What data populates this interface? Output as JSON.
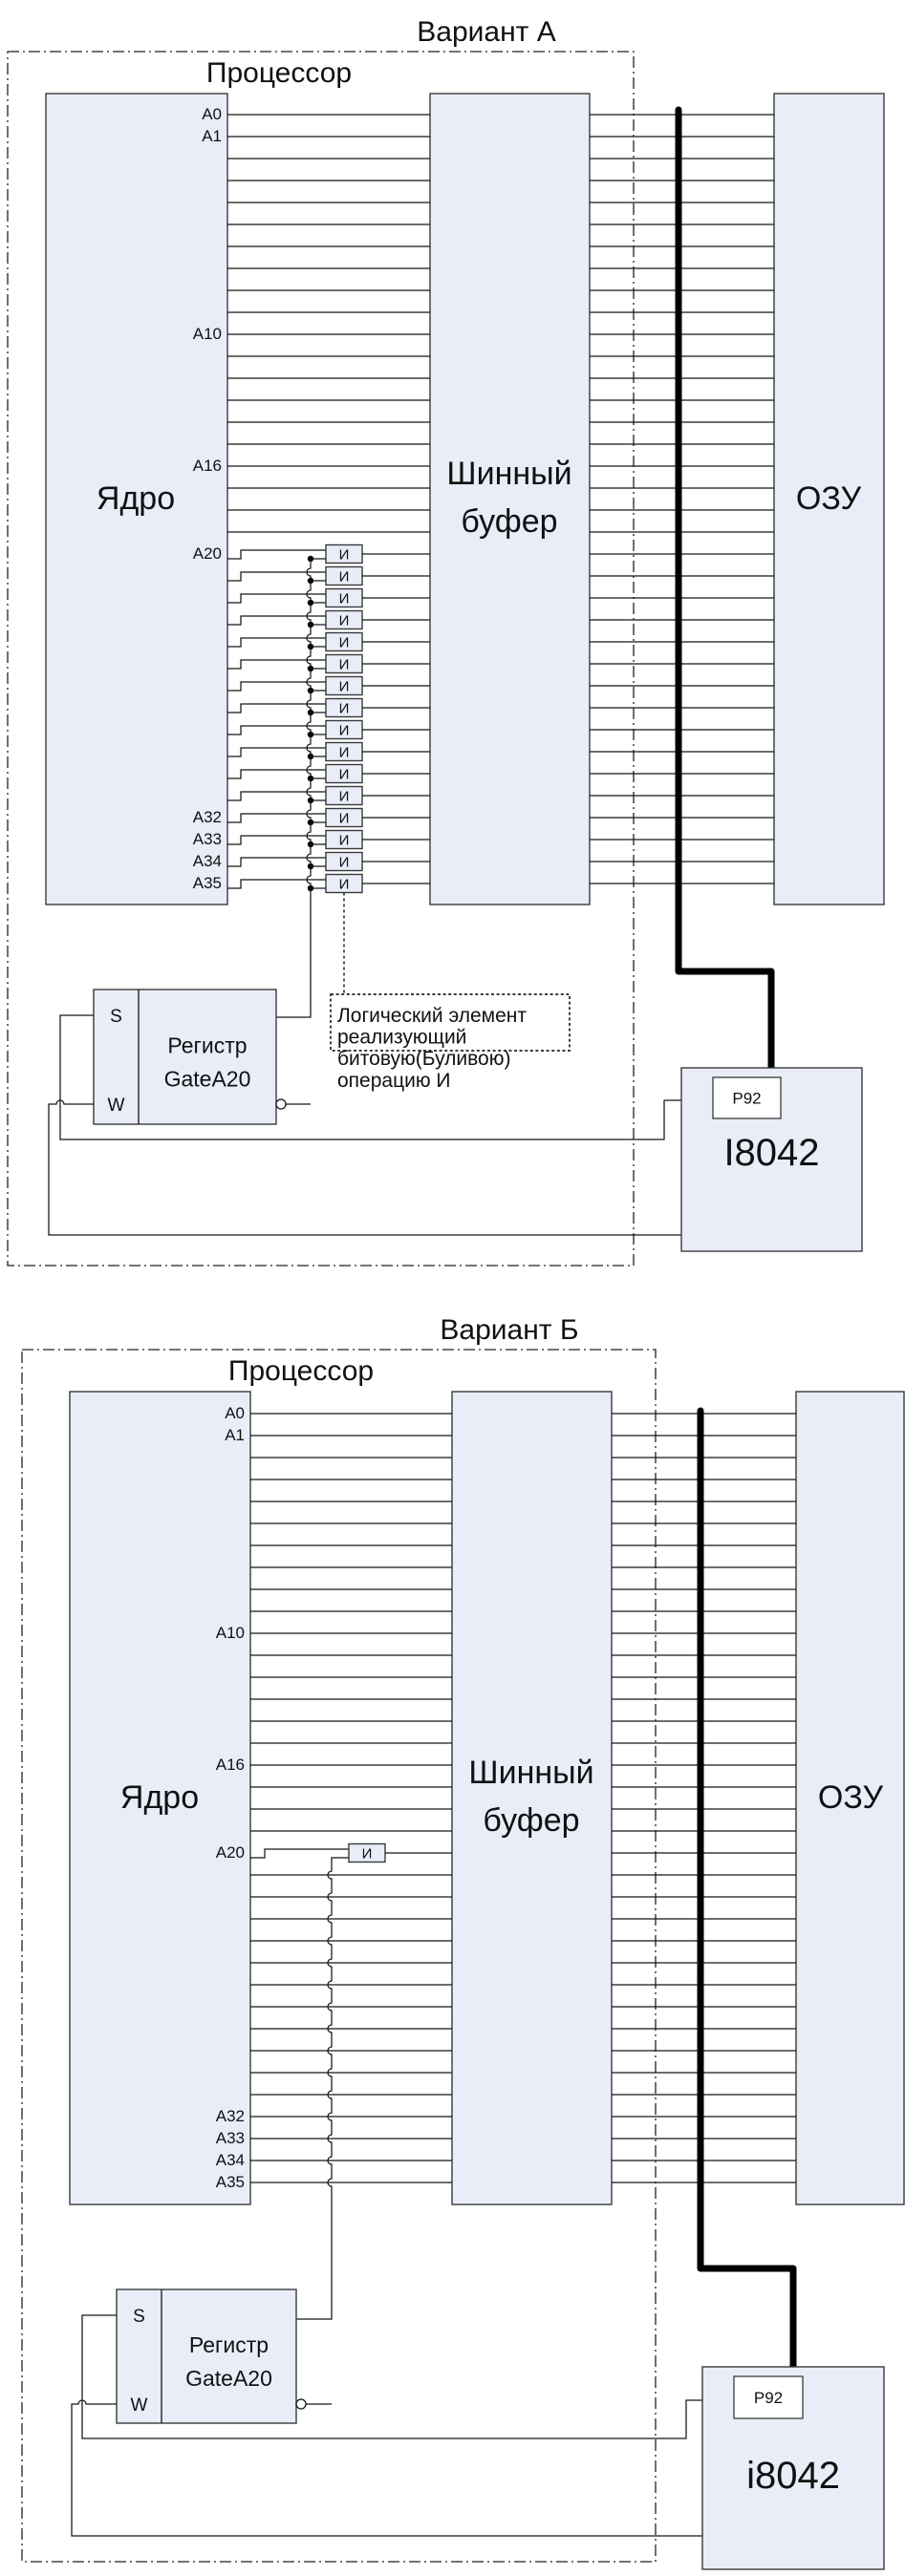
{
  "colors": {
    "block_fill": "#e8edf8",
    "block_border": "#3a3a3a",
    "wire": "#161616",
    "bus": "#000000",
    "text": "#111111"
  },
  "variant_a": {
    "title": "Вариант А",
    "processor_label": "Процессор",
    "core_label": "Ядро",
    "buffer_label": [
      "Шинный",
      "буфер"
    ],
    "ram_label": "ОЗУ",
    "gate_label": "И",
    "address_labels": {
      "0": "A0",
      "1": "A1",
      "10": "A10",
      "16": "A16",
      "20": "A20",
      "32": "A32",
      "33": "A33",
      "34": "A34",
      "35": "A35"
    },
    "register": {
      "line1": "Регистр",
      "line2": "GateA20",
      "pin_s": "S",
      "pin_w": "W"
    },
    "note_lines": [
      "Логический элемент",
      "реализующий",
      "битовую(Буливою)",
      "операцию И"
    ],
    "controller": {
      "name": "I8042",
      "port": "P92"
    }
  },
  "variant_b": {
    "title": "Вариант Б",
    "processor_label": "Процессор",
    "core_label": "Ядро",
    "buffer_label": [
      "Шинный",
      "буфер"
    ],
    "ram_label": "ОЗУ",
    "gate_label": "И",
    "address_labels": {
      "0": "A0",
      "1": "A1",
      "10": "A10",
      "16": "A16",
      "20": "A20",
      "32": "A32",
      "33": "A33",
      "34": "A34",
      "35": "A35"
    },
    "register": {
      "line1": "Регистр",
      "line2": "GateA20",
      "pin_s": "S",
      "pin_w": "W"
    },
    "controller": {
      "name": "i8042",
      "port": "P92"
    }
  }
}
